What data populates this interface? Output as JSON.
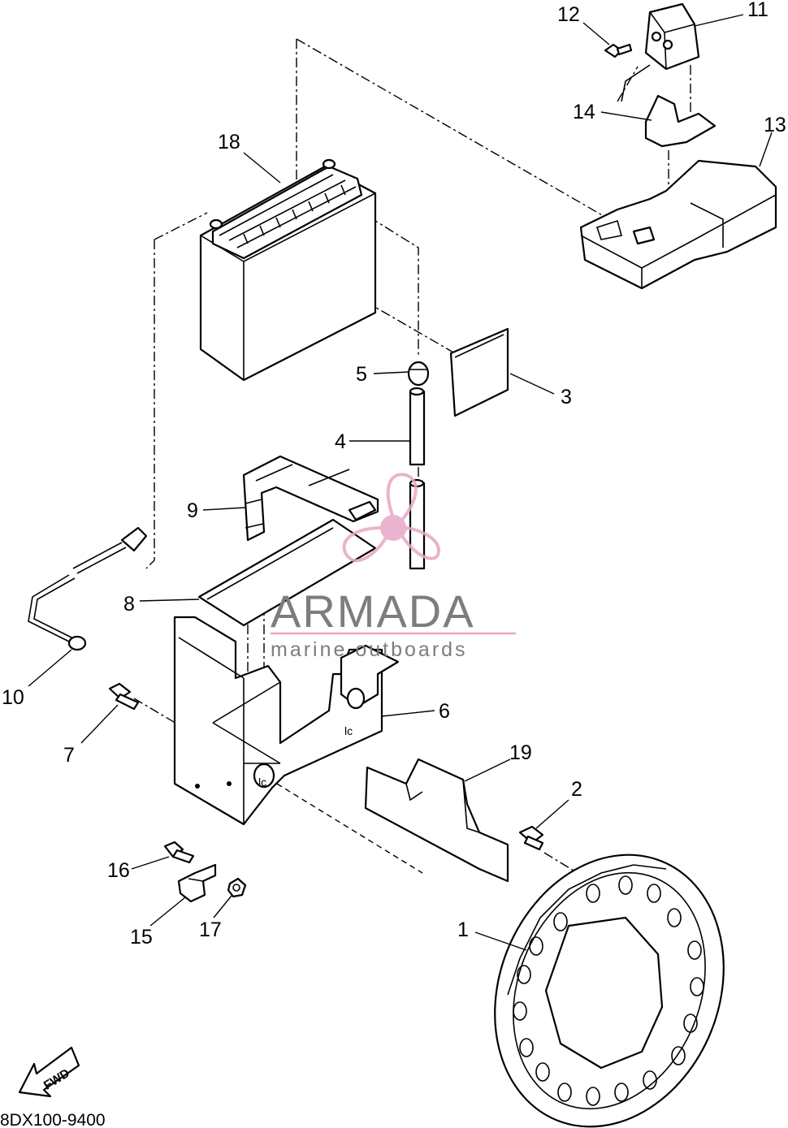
{
  "diagram": {
    "callouts": [
      "1",
      "2",
      "3",
      "4",
      "5",
      "6",
      "7",
      "8",
      "9",
      "10",
      "11",
      "12",
      "13",
      "14",
      "15",
      "16",
      "17",
      "18",
      "19"
    ],
    "drawing_code": "8DX100-9400",
    "fwd_label": "FWD"
  },
  "watermark": {
    "title": "ARMADA",
    "subtitle": "marine outboards",
    "color": "#e8a6c6"
  }
}
